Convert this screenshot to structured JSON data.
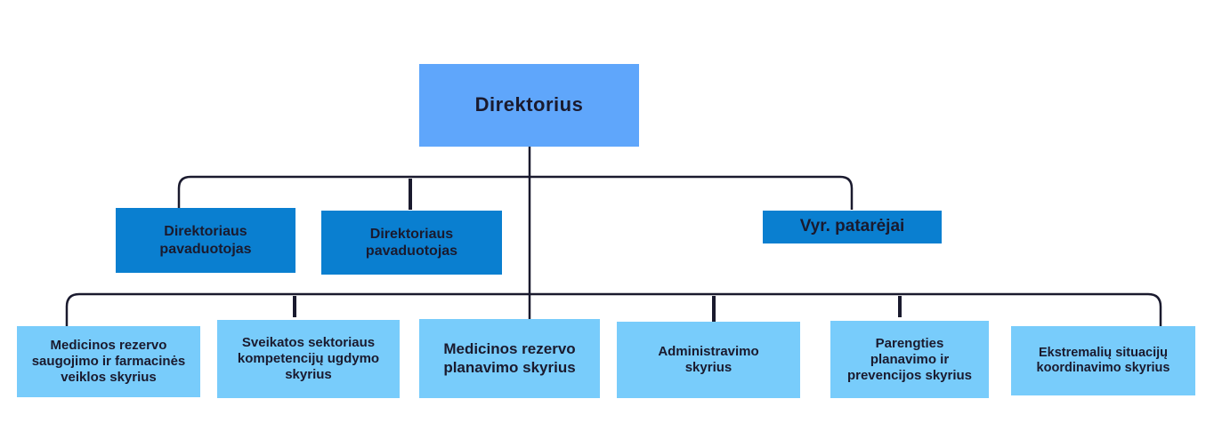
{
  "director": {
    "label": "Direktorius"
  },
  "deputies": [
    {
      "label": "Direktoriaus\npavaduotojas"
    },
    {
      "label": "Direktoriaus\npavaduotojas"
    }
  ],
  "advisors": {
    "label": "Vyr. patarėjai"
  },
  "divisions": [
    {
      "label": "Medicinos rezervo\nsaugojimo ir farmacinės\nveiklos skyrius"
    },
    {
      "label": "Sveikatos sektoriaus\nkompetencijų ugdymo\nskyrius"
    },
    {
      "label": "Medicinos rezervo\nplanavimo skyrius"
    },
    {
      "label": "Administravimo\nskyrius"
    },
    {
      "label": "Parengties\nplanavimo ir\nprevencijos skyrius"
    },
    {
      "label": "Ekstremalių situacijų\nkoordinavimo skyrius"
    }
  ],
  "colors": {
    "director": "#5fa6fb",
    "deputy": "#0a7fd0",
    "division": "#78ccfb",
    "line": "#1a1a2e"
  }
}
